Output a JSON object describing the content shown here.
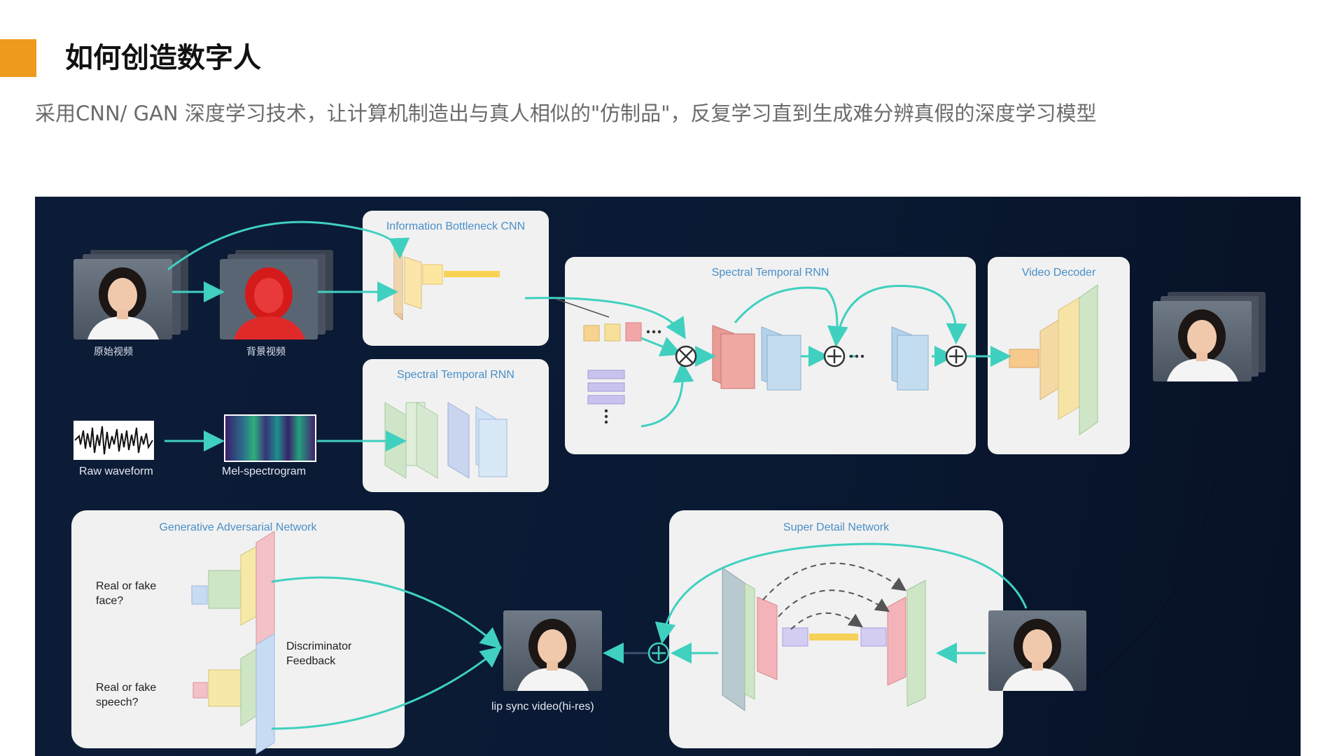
{
  "header": {
    "title": "如何创造数字人",
    "subtitle": "采用CNN/ GAN 深度学习技术，让计算机制造出与真人相似的\"仿制品\"，反复学习直到生成难分辨真假的深度学习模型",
    "accent_color": "#EE9A1D"
  },
  "diagram": {
    "inputs": {
      "original_video_label": "原始视频",
      "background_video_label": "背景视频",
      "raw_waveform_label": "Raw waveform",
      "mel_spectrogram_label": "Mel-spectrogram"
    },
    "panels": {
      "info_bottleneck_cnn": "Information Bottleneck CNN",
      "spectral_temporal_rnn_small": "Spectral Temporal RNN",
      "spectral_temporal_rnn_large": "Spectral Temporal RNN",
      "video_decoder": "Video Decoder",
      "gan": "Generative Adversarial Network",
      "super_detail": "Super Detail Network"
    },
    "gan_labels": {
      "real_fake_face": "Real or fake\nface?",
      "real_fake_speech": "Real or fake\nspeech?",
      "discriminator_feedback": "Discriminator\nFeedback"
    },
    "output_label": "lip sync video(hi-res)",
    "symbols": {
      "multiply": "⊗",
      "plus": "⊕",
      "ellipsis": "•••"
    },
    "colors": {
      "arrow": "#3fd0bf",
      "panel_title": "#4a8fc7",
      "background": "#0b1a33"
    }
  }
}
